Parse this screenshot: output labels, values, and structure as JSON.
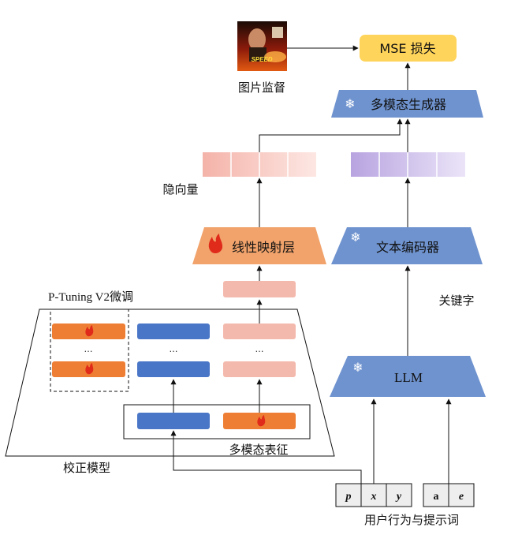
{
  "labels": {
    "mse_loss": "MSE 损失",
    "image_supervision": "图片监督",
    "multimodal_generator": "多模态生成器",
    "latent_vector": "隐向量",
    "linear_mapping_layer": "线性映射层",
    "text_encoder": "文本编码器",
    "keywords": "关键字",
    "llm": "LLM",
    "p_tuning": "P-Tuning V2微调",
    "multimodal_representation": "多模态表征",
    "calibration_model": "校正模型",
    "user_behavior_prompt": "用户行为与提示词",
    "ellipsis": "…"
  },
  "token_groups": {
    "behavior": [
      "p",
      "x",
      "y"
    ],
    "prompt": [
      "a",
      "e"
    ]
  },
  "poster": {
    "title": "SPEED"
  },
  "colors": {
    "trapezoid_blue": "#6f93cf",
    "trapezoid_orange": "#f1a36b",
    "mse_box": "#ffd45a",
    "block_blue": "#4a76c7",
    "block_orange": "#ee7e33",
    "block_pink": "#f4b9ad",
    "latent_pink": "#f7c9c0",
    "latent_purple": "#c6b5e6"
  }
}
